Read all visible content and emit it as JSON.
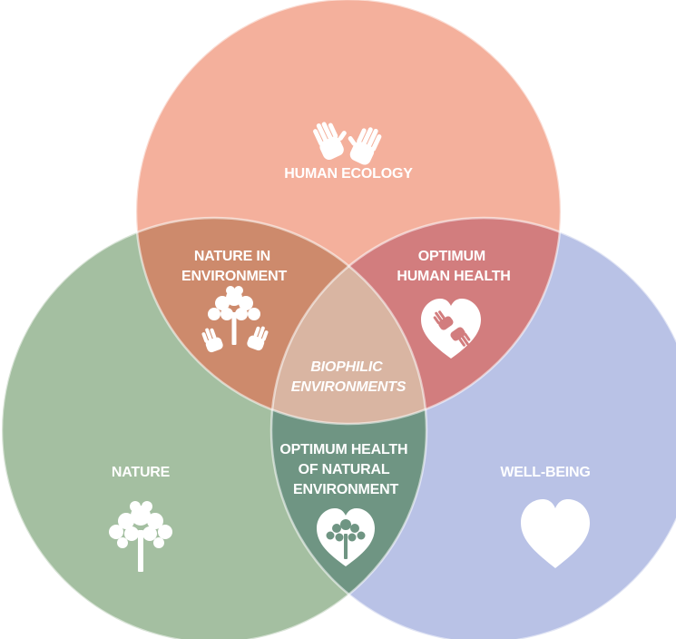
{
  "diagram": {
    "type": "venn",
    "colors": {
      "human_ecology": "#f4b09c",
      "nature": "#a4bfa1",
      "well_being": "#b9c2e6",
      "nature_in_environment": "#cd8a6c",
      "optimum_human_health": "#d27d7e",
      "optimum_health_natural_environment": "#6f9583",
      "biophilic_environments": "#d9b5a2",
      "outline": "#ffffff"
    },
    "circles": {
      "human_ecology": {
        "label": "HUMAN ECOLOGY",
        "icon": "hands-icon"
      },
      "nature": {
        "label": "NATURE",
        "icon": "tree-icon"
      },
      "well_being": {
        "label": "WELL-BEING",
        "icon": "heart-icon"
      }
    },
    "overlaps": {
      "nature_in_environment": {
        "lines": [
          "NATURE IN",
          "ENVIRONMENT"
        ],
        "icon": "tree-in-hands-icon"
      },
      "optimum_human_health": {
        "lines": [
          "OPTIMUM",
          "HUMAN HEALTH"
        ],
        "icon": "heart-with-hands-icon"
      },
      "optimum_health_natural_environment": {
        "lines": [
          "OPTIMUM HEALTH",
          "OF NATURAL",
          "ENVIRONMENT"
        ],
        "icon": "tree-in-heart-icon"
      },
      "biophilic_environments": {
        "lines": [
          "BIOPHILIC",
          "ENVIRONMENTS"
        ]
      }
    }
  }
}
